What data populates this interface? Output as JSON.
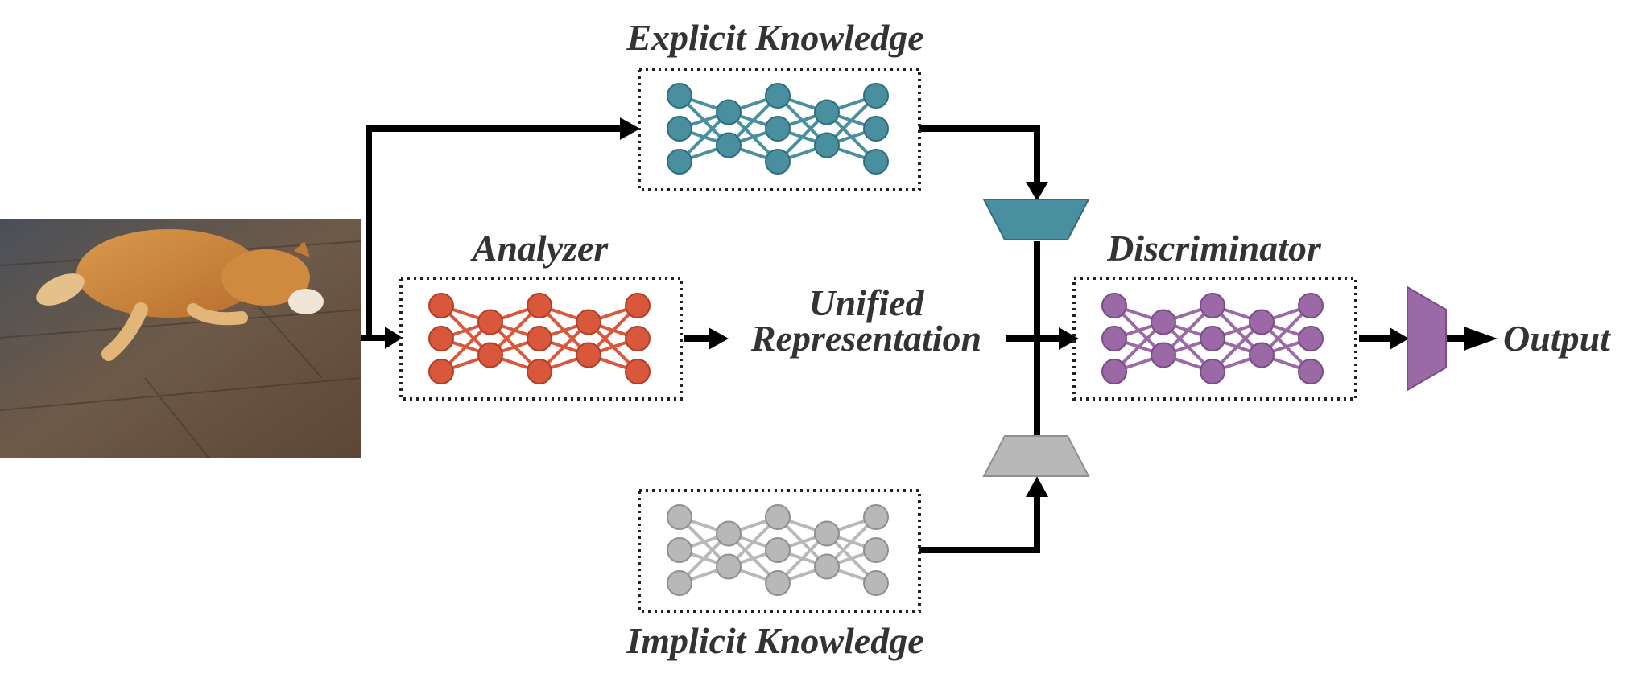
{
  "labels": {
    "explicit": "Explicit Knowledge",
    "analyzer": "Analyzer",
    "unified_line1": "Unified",
    "unified_line2": "Representation",
    "discriminator": "Discriminator",
    "implicit": "Implicit Knowledge",
    "output": "Output"
  },
  "colors": {
    "explicit": "#4a8fa0",
    "explicit_stroke": "#2f6e7e",
    "analyzer": "#d9573a",
    "analyzer_stroke": "#b0402a",
    "implicit": "#b8b8b8",
    "implicit_stroke": "#8f8f8f",
    "discriminator": "#9b6aa6",
    "discriminator_stroke": "#7a4d86",
    "text": "#333333",
    "arrow": "#000000"
  },
  "networks": [
    {
      "id": "explicit",
      "color_key": "explicit",
      "layers": [
        3,
        2,
        3,
        2,
        3
      ]
    },
    {
      "id": "analyzer",
      "color_key": "analyzer",
      "layers": [
        3,
        2,
        3,
        2,
        3
      ]
    },
    {
      "id": "implicit",
      "color_key": "implicit",
      "layers": [
        3,
        2,
        3,
        2,
        3
      ]
    },
    {
      "id": "discriminator",
      "color_key": "discriminator",
      "layers": [
        3,
        2,
        3,
        2,
        3
      ]
    }
  ],
  "image_icon": "dog-photo"
}
